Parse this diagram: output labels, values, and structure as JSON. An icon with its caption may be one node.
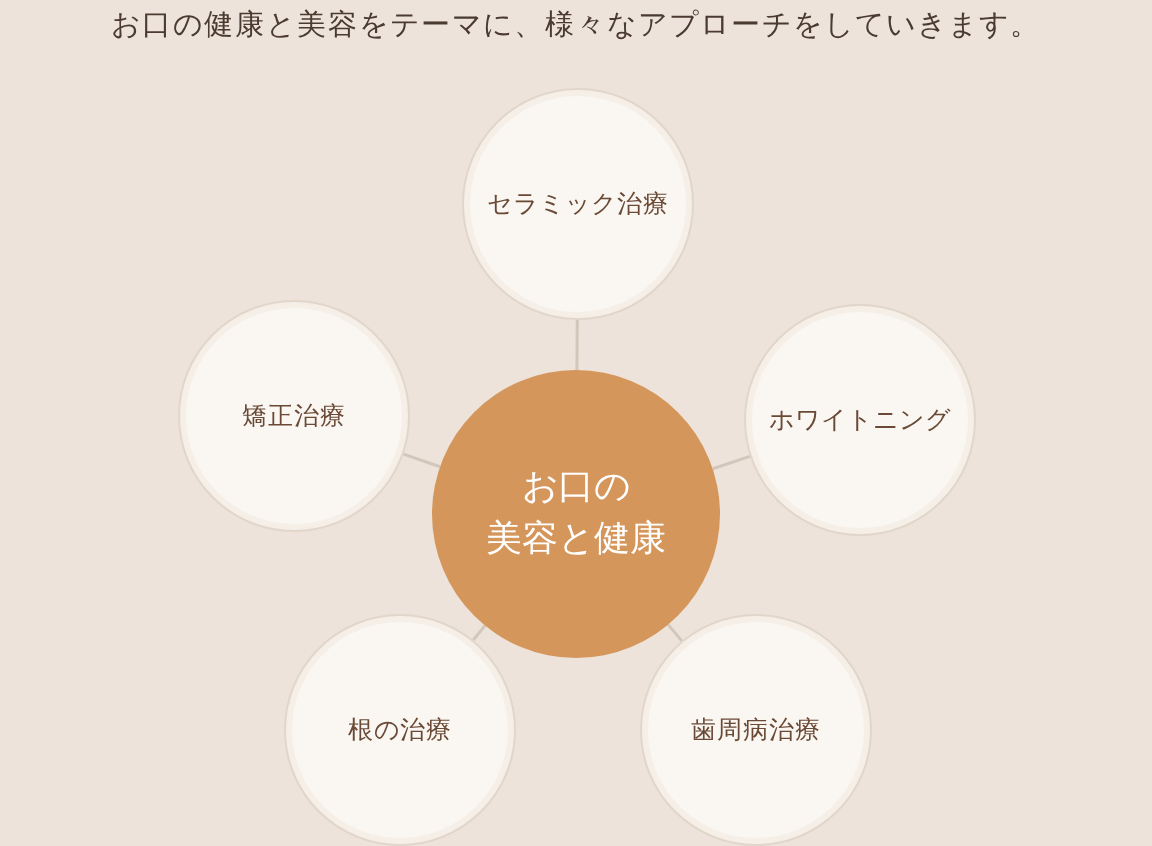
{
  "diagram": {
    "title": "お口の健康と美容をテーマに、様々なアプローチをしていきます。",
    "nodes": [
      {
        "text": [
          "お口の美容と健康"
        ]
      },
      {
        "text": [
          "セラミック治療"
        ]
      },
      {
        "text": [
          "矯正治療"
        ]
      },
      {
        "text": [
          "ホワイトニング"
        ]
      },
      {
        "text": [
          "根の治療"
        ]
      },
      {
        "text": [
          "歯周病治療"
        ]
      }
    ],
    "edges": [
      {
        "from": 0,
        "to": 1,
        "arrow": "none"
      },
      {
        "from": 0,
        "to": 2,
        "arrow": "none"
      },
      {
        "from": 0,
        "to": 3,
        "arrow": "none"
      },
      {
        "from": 0,
        "to": 4,
        "arrow": "none"
      },
      {
        "from": 0,
        "to": 5,
        "arrow": "none"
      }
    ]
  }
}
